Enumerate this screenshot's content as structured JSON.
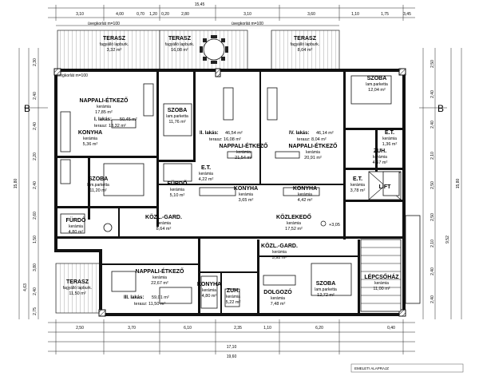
{
  "plan": {
    "dims_top_outer": [
      "15,45"
    ],
    "dims_top": [
      "3,10",
      "4,00",
      "0,70",
      "1,20",
      "0,20",
      "2,80",
      "3,10",
      "3,60",
      "1,10",
      "1,75",
      "3,45"
    ],
    "dims_bottom": [
      "2,50",
      "3,70",
      "6,10",
      "2,35",
      "1,10",
      "6,20",
      "0,40"
    ],
    "dims_bottom_total": [
      "17,10",
      "19,60"
    ],
    "dims_left": [
      "2,30",
      "2,40",
      "2,40",
      "2,20",
      "2,40",
      "2,60",
      "1,50",
      "3,80",
      "2,40",
      "2,75"
    ],
    "dims_left_total": [
      "15,80",
      "4,63"
    ],
    "dims_right": [
      "2,50",
      "2,40",
      "2,40",
      "2,10",
      "2,50",
      "2,50",
      "2,10",
      "2,40",
      "2,40"
    ],
    "dims_right_total": [
      "15,80",
      "9,52"
    ],
    "section_marks": [
      "B",
      "B"
    ],
    "rooms": [
      {
        "name": "TERASZ",
        "sub": "fagyálló lapburk.",
        "area": "3,32 m²"
      },
      {
        "name": "TERASZ",
        "sub": "fagyálló lapburk.",
        "area": "16,08 m²"
      },
      {
        "name": "TERASZ",
        "sub": "fagyálló lapburk.",
        "area": "8,04 m²"
      },
      {
        "name": "NAPPALI-ÉTKEZŐ",
        "sub": "kerámia",
        "area": "17,85 m²"
      },
      {
        "name": "KONYHA",
        "sub": "kerámia",
        "area": "5,36 m²"
      },
      {
        "name": "SZOBA",
        "sub": "lam.parketta",
        "area": "11,20 m²"
      },
      {
        "name": "FÜRDŐ",
        "sub": "kerámia",
        "area": "4,80 m²"
      },
      {
        "name": "SZOBA",
        "sub": "lam.parketta",
        "area": "11,76 m²"
      },
      {
        "name": "FÜRDŐ",
        "sub": "kerámia",
        "area": "5,10 m²"
      },
      {
        "name": "E.T.",
        "sub": "kerámia",
        "area": "4,22 m²"
      },
      {
        "name": "NAPPALI-ÉTKEZŐ",
        "sub": "kerámia",
        "area": "21,54 m²"
      },
      {
        "name": "KONYHA",
        "sub": "kerámia",
        "area": "3,65 m²"
      },
      {
        "name": "KONYHA",
        "sub": "kerámia",
        "area": "4,42 m²"
      },
      {
        "name": "NAPPALI-ÉTKEZŐ",
        "sub": "kerámia",
        "area": "20,91 m²"
      },
      {
        "name": "E.T.",
        "sub": "kerámia",
        "area": "3,78 m²"
      },
      {
        "name": "SZOBA",
        "sub": "lam.parketta",
        "area": "12,04 m²"
      },
      {
        "name": "E.T.",
        "sub": "kerámia",
        "area": "1,36 m²"
      },
      {
        "name": "ZUH.",
        "sub": "kerámia",
        "area": "4,67 m²"
      },
      {
        "name": "LIFT",
        "sub": "",
        "area": ""
      },
      {
        "name": "KÖZL.-GARD.",
        "sub": "kerámia",
        "area": "8,64 m²"
      },
      {
        "name": "KÖZLEKEDŐ",
        "sub": "kerámia",
        "area": "17,52 m²"
      },
      {
        "name": "KÖZL.-GARD.",
        "sub": "kerámia",
        "area": "5,92 m²"
      },
      {
        "name": "TERASZ",
        "sub": "fagyálló lapburk.",
        "area": "11,50 m²"
      },
      {
        "name": "NAPPALI-ÉTKEZŐ",
        "sub": "kerámia",
        "area": "22,67 m²"
      },
      {
        "name": "KONYHA",
        "sub": "kerámia",
        "area": "4,80 m²"
      },
      {
        "name": "ZUH.",
        "sub": "kerámia",
        "area": "5,22 m²"
      },
      {
        "name": "DOLGOZÓ",
        "sub": "kerámia",
        "area": "7,48 m²"
      },
      {
        "name": "SZOBA",
        "sub": "lam.parketta",
        "area": "12,72 m²"
      },
      {
        "name": "LÉPCSŐHÁZ",
        "sub": "kerámia",
        "area": "11,00 m²"
      }
    ],
    "units": [
      {
        "title": "I. lakás:",
        "area": "50,45 m²",
        "terrace": "terasz: 13,32 m²"
      },
      {
        "title": "II. lakás:",
        "area": "46,54 m²",
        "terrace": "terasz: 16,08 m²"
      },
      {
        "title": "IV. lakás:",
        "area": "46,14 m²",
        "terrace": "terasz: 8,04 m²"
      },
      {
        "title": "III. lakás:",
        "area": "59,01 m²",
        "terrace": "terasz: 11,50 m²"
      }
    ],
    "level": "+3,05",
    "edge_notes": [
      "üvegkorlát m=100",
      "üvegkorlát m=100",
      "üvegkorlát m=100"
    ],
    "stamp": "EMELETI ALAPRAJZ"
  }
}
